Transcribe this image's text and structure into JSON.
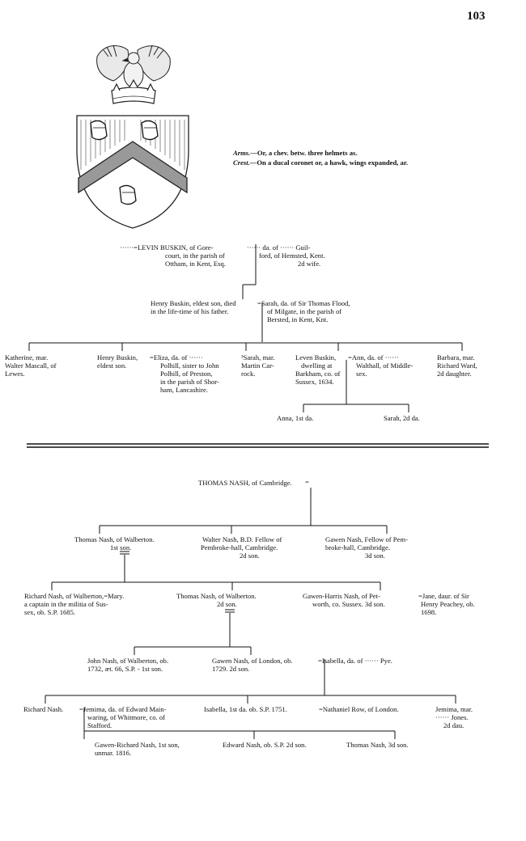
{
  "page_number": "103",
  "arms": {
    "arms_label": "Arms.",
    "arms_text": "—Or, a chev. betw. three helmets as.",
    "crest_label": "Crest.",
    "crest_text": "—On a ducal coronet or, a hawk, wings expanded, ar."
  },
  "buskin": {
    "levin_1": "······=LEVIN BUSKIN, of Gore-",
    "levin_2": "court, in the parish of",
    "levin_3": "Ottham, in Kent, Esq.",
    "wife2_1": "······ da. of ······ Guil-",
    "wife2_2": "ford, of Hemsted, Kent.",
    "wife2_3": "2d wife.",
    "henry_1": "Henry Buskin, eldest son, died",
    "henry_2": "in the life-time of his father.",
    "sarah_1": "=Sarah, da. of Sir Thomas Flood,",
    "sarah_2": "of Milgate, in the parish of",
    "sarah_3": "Bersted, in Kent, Knt.",
    "katherine_1": "Katherine, mar.",
    "katherine_2": "Walter Mascall, of",
    "katherine_3": "Lewes.",
    "henry2_1": "Henry Buskin,",
    "henry2_2": "eldest son.",
    "eliza_1": "=Eliza, da. of ······",
    "eliza_2": "Polhill, sister to John",
    "eliza_3": "Polhill, of Preston,",
    "eliza_4": "in the parish of Shor-",
    "eliza_5": "ham, Lancashire.",
    "sarah2_1": "³Sarah, mar.",
    "sarah2_2": "Martin Car-",
    "sarah2_3": "rock.",
    "leven_1": "Leven Buskin,",
    "leven_2": "dwelling at",
    "leven_3": "Barkham, co. of",
    "leven_4": "Sussex, 1634.",
    "ann_1": "=Ann, da. of ······",
    "ann_2": "Walthall, of Middle-",
    "ann_3": "sex.",
    "barbara_1": "Barbara, mar.",
    "barbara_2": "Richard Ward,",
    "barbara_3": "2d daughter.",
    "anna": "Anna, 1st da.",
    "sarah3": "Sarah, 2d da."
  },
  "nash": {
    "thomas_root": "THOMAS NASH, of Cambridge.",
    "thomas_1": "Thomas Nash, of Walberton.",
    "thomas_2": "1st son.",
    "walter_1": "Walter Nash, B.D. Fellow of",
    "walter_2": "Pembroke-hall, Cambridge.",
    "walter_3": "2d son.",
    "gawen_1": "Gawen Nash, Fellow of Pem-",
    "gawen_2": "broke-hall, Cambridge.",
    "gawen_3": "3d son.",
    "richard_1": "Richard Nash, of Walberton,=Mary.",
    "richard_2": "a captain in the militia of Sus-",
    "richard_3": "sex, ob. S.P. 1685.",
    "thomas2_1": "Thomas Nash, of Walberton.",
    "thomas2_2": "2d son.",
    "gh_1": "Gawen-Harris Nash, of Pet-",
    "gh_2": "worth, co. Sussex. 3d son.",
    "jane_1": "=Jane, daur. of Sir",
    "jane_2": "Henry Peachey, ob.",
    "jane_3": "1698.",
    "john_1": "John Nash, of Walberton, ob.",
    "john_2": "1732, æt. 66, S.P. - 1st son.",
    "gawen2_1": "Gawen Nash, of London, ob.",
    "gawen2_2": "1729. 2d son.",
    "isabella_1": "=Isabella, da. of ······ Pye.",
    "richard2": "Richard Nash.",
    "jemima_1": "=Jemima, da. of Edward Main-",
    "jemima_2": "waring, of Whitmore, co. of",
    "jemima_3": "Stafford.",
    "isab2": "Isabella, 1st da. ob. S.P. 1751.",
    "nath": "=Nathaniel Row, of London.",
    "jem2_1": "Jemima, mar.",
    "jem2_2": "······ Jones.",
    "jem2_3": "2d dau.",
    "gr_1": "Gawen-Richard Nash, 1st son,",
    "gr_2": "unmar. 1816.",
    "edward": "Edward Nash, ob. S.P. 2d son.",
    "thomas3": "Thomas Nash, 3d son."
  }
}
